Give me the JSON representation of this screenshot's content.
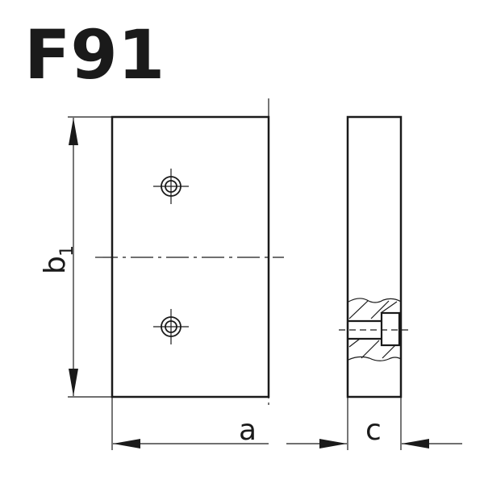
{
  "title": "F91",
  "dimensions": {
    "height_label": "b",
    "height_subscript": "1",
    "width_label": "a",
    "thickness_label": "c"
  },
  "colors": {
    "line": "#1a1a1a"
  }
}
